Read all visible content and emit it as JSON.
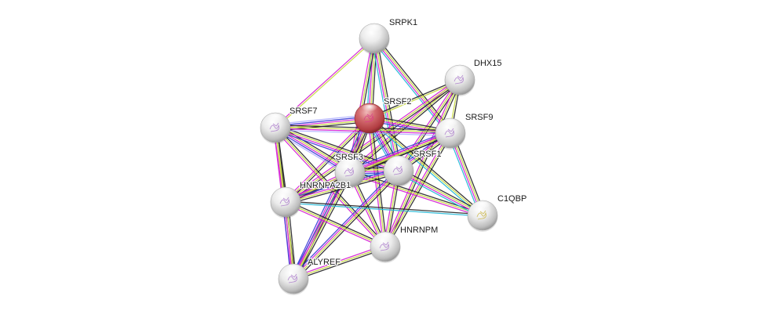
{
  "title": "STRING protein interaction network",
  "query_protein": "SRSF2",
  "evidence_colors": {
    "textmining": "#c6d83e",
    "coexpression": "#222222",
    "experiments": "#d41fd4",
    "databases": "#22b8d6",
    "homology": "#3a3ad6",
    "neighborhood": "#9d9dff"
  },
  "node_colors": {
    "query": "#c2494e",
    "partner": "#d8d8d8"
  },
  "nodes": [
    {
      "id": "SRPK1",
      "label": "SRPK1",
      "query": false,
      "structure": "none"
    },
    {
      "id": "DHX15",
      "label": "DHX15",
      "query": false,
      "structure": "purple"
    },
    {
      "id": "SRSF2",
      "label": "SRSF2",
      "query": true,
      "structure": "pink"
    },
    {
      "id": "SRSF7",
      "label": "SRSF7",
      "query": false,
      "structure": "purple"
    },
    {
      "id": "SRSF9",
      "label": "SRSF9",
      "query": false,
      "structure": "purple"
    },
    {
      "id": "SRSF3",
      "label": "SRSF3",
      "query": false,
      "structure": "purple"
    },
    {
      "id": "SRSF1",
      "label": "SRSF1",
      "query": false,
      "structure": "purple"
    },
    {
      "id": "HNRNPA2B1",
      "label": "HNRNPA2B1",
      "query": false,
      "structure": "purple"
    },
    {
      "id": "C1QBP",
      "label": "C1QBP",
      "query": false,
      "structure": "yellow"
    },
    {
      "id": "HNRNPM",
      "label": "HNRNPM",
      "query": false,
      "structure": "purple"
    },
    {
      "id": "ALYREF",
      "label": "ALYREF",
      "query": false,
      "structure": "purple"
    }
  ],
  "edges": [
    {
      "a": "SRPK1",
      "b": "SRSF2",
      "evidence": [
        "coexpression",
        "textmining",
        "experiments",
        "databases"
      ]
    },
    {
      "a": "SRPK1",
      "b": "SRSF1",
      "evidence": [
        "coexpression",
        "textmining",
        "experiments",
        "databases"
      ]
    },
    {
      "a": "SRPK1",
      "b": "SRSF3",
      "evidence": [
        "coexpression",
        "textmining",
        "experiments"
      ]
    },
    {
      "a": "SRPK1",
      "b": "SRSF9",
      "evidence": [
        "coexpression",
        "textmining",
        "experiments",
        "databases"
      ]
    },
    {
      "a": "SRPK1",
      "b": "SRSF7",
      "evidence": [
        "textmining",
        "experiments"
      ]
    },
    {
      "a": "DHX15",
      "b": "SRSF2",
      "evidence": [
        "textmining",
        "coexpression"
      ]
    },
    {
      "a": "DHX15",
      "b": "SRSF1",
      "evidence": [
        "coexpression",
        "textmining",
        "experiments"
      ]
    },
    {
      "a": "DHX15",
      "b": "SRSF3",
      "evidence": [
        "coexpression",
        "textmining",
        "experiments"
      ]
    },
    {
      "a": "DHX15",
      "b": "SRSF9",
      "evidence": [
        "coexpression",
        "textmining"
      ]
    },
    {
      "a": "DHX15",
      "b": "HNRNPA2B1",
      "evidence": [
        "coexpression",
        "textmining",
        "experiments"
      ]
    },
    {
      "a": "DHX15",
      "b": "HNRNPM",
      "evidence": [
        "coexpression",
        "textmining",
        "experiments"
      ]
    },
    {
      "a": "SRSF2",
      "b": "SRSF7",
      "evidence": [
        "coexpression",
        "textmining",
        "experiments",
        "homology",
        "neighborhood"
      ]
    },
    {
      "a": "SRSF2",
      "b": "SRSF9",
      "evidence": [
        "coexpression",
        "textmining",
        "experiments",
        "homology"
      ]
    },
    {
      "a": "SRSF2",
      "b": "SRSF3",
      "evidence": [
        "coexpression",
        "textmining",
        "experiments",
        "homology"
      ]
    },
    {
      "a": "SRSF2",
      "b": "SRSF1",
      "evidence": [
        "coexpression",
        "textmining",
        "experiments",
        "homology",
        "databases"
      ]
    },
    {
      "a": "SRSF2",
      "b": "HNRNPA2B1",
      "evidence": [
        "coexpression",
        "textmining",
        "experiments"
      ]
    },
    {
      "a": "SRSF2",
      "b": "HNRNPM",
      "evidence": [
        "coexpression",
        "textmining",
        "experiments"
      ]
    },
    {
      "a": "SRSF2",
      "b": "ALYREF",
      "evidence": [
        "coexpression",
        "textmining",
        "experiments",
        "homology"
      ]
    },
    {
      "a": "SRSF2",
      "b": "C1QBP",
      "evidence": [
        "coexpression",
        "textmining",
        "databases"
      ]
    },
    {
      "a": "SRSF7",
      "b": "SRSF3",
      "evidence": [
        "coexpression",
        "textmining",
        "experiments",
        "homology",
        "neighborhood"
      ]
    },
    {
      "a": "SRSF7",
      "b": "SRSF1",
      "evidence": [
        "coexpression",
        "textmining",
        "experiments",
        "homology"
      ]
    },
    {
      "a": "SRSF7",
      "b": "SRSF9",
      "evidence": [
        "coexpression",
        "textmining",
        "experiments",
        "neighborhood"
      ]
    },
    {
      "a": "SRSF7",
      "b": "HNRNPA2B1",
      "evidence": [
        "coexpression",
        "textmining",
        "experiments"
      ]
    },
    {
      "a": "SRSF7",
      "b": "HNRNPM",
      "evidence": [
        "coexpression",
        "textmining",
        "experiments"
      ]
    },
    {
      "a": "SRSF7",
      "b": "ALYREF",
      "evidence": [
        "coexpression",
        "textmining",
        "experiments"
      ]
    },
    {
      "a": "SRSF9",
      "b": "SRSF3",
      "evidence": [
        "coexpression",
        "textmining",
        "experiments",
        "homology"
      ]
    },
    {
      "a": "SRSF9",
      "b": "SRSF1",
      "evidence": [
        "coexpression",
        "textmining",
        "experiments",
        "homology"
      ]
    },
    {
      "a": "SRSF9",
      "b": "HNRNPA2B1",
      "evidence": [
        "coexpression",
        "textmining",
        "experiments"
      ]
    },
    {
      "a": "SRSF9",
      "b": "HNRNPM",
      "evidence": [
        "coexpression",
        "textmining",
        "experiments"
      ]
    },
    {
      "a": "SRSF9",
      "b": "C1QBP",
      "evidence": [
        "coexpression",
        "textmining",
        "experiments",
        "databases"
      ]
    },
    {
      "a": "SRSF3",
      "b": "SRSF1",
      "evidence": [
        "coexpression",
        "textmining",
        "experiments",
        "homology",
        "databases"
      ]
    },
    {
      "a": "SRSF3",
      "b": "HNRNPA2B1",
      "evidence": [
        "coexpression",
        "textmining",
        "experiments"
      ]
    },
    {
      "a": "SRSF3",
      "b": "HNRNPM",
      "evidence": [
        "coexpression",
        "textmining",
        "experiments"
      ]
    },
    {
      "a": "SRSF3",
      "b": "ALYREF",
      "evidence": [
        "coexpression",
        "textmining",
        "experiments",
        "homology"
      ]
    },
    {
      "a": "SRSF3",
      "b": "C1QBP",
      "evidence": [
        "coexpression",
        "textmining",
        "experiments"
      ]
    },
    {
      "a": "SRSF1",
      "b": "HNRNPA2B1",
      "evidence": [
        "coexpression",
        "textmining",
        "experiments",
        "homology"
      ]
    },
    {
      "a": "SRSF1",
      "b": "HNRNPM",
      "evidence": [
        "coexpression",
        "textmining",
        "experiments"
      ]
    },
    {
      "a": "SRSF1",
      "b": "ALYREF",
      "evidence": [
        "coexpression",
        "textmining",
        "experiments",
        "homology"
      ]
    },
    {
      "a": "SRSF1",
      "b": "C1QBP",
      "evidence": [
        "coexpression",
        "textmining",
        "experiments",
        "databases"
      ]
    },
    {
      "a": "HNRNPA2B1",
      "b": "HNRNPM",
      "evidence": [
        "coexpression",
        "textmining",
        "experiments"
      ]
    },
    {
      "a": "HNRNPA2B1",
      "b": "ALYREF",
      "evidence": [
        "coexpression",
        "textmining",
        "experiments",
        "homology"
      ]
    },
    {
      "a": "HNRNPA2B1",
      "b": "C1QBP",
      "evidence": [
        "coexpression",
        "databases"
      ]
    },
    {
      "a": "HNRNPM",
      "b": "ALYREF",
      "evidence": [
        "coexpression",
        "textmining",
        "experiments"
      ]
    }
  ]
}
